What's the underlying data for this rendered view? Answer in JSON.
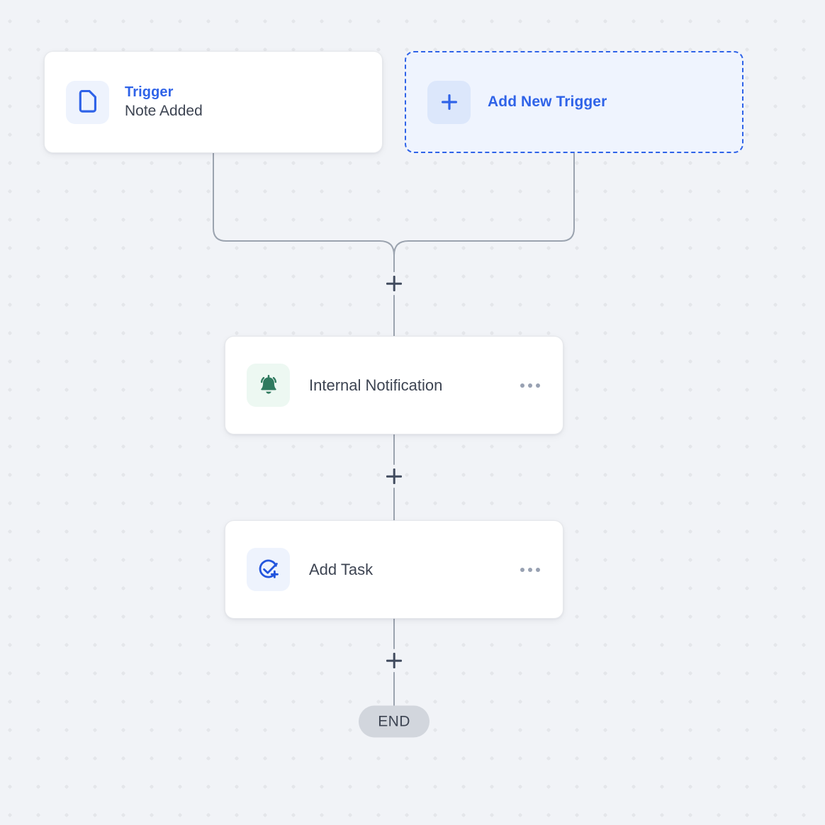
{
  "canvas": {
    "background_color": "#f1f3f7",
    "dot_color": "#e4e6ea",
    "connector_color": "#9ba3af"
  },
  "nodes": {
    "trigger": {
      "kicker": "Trigger",
      "subtitle": "Note Added",
      "icon": "document-icon",
      "icon_color": "#2f63e8",
      "tile_color": "#eef3fd"
    },
    "add_trigger": {
      "label": "Add New Trigger",
      "icon": "plus-icon",
      "icon_color": "#2f63e8",
      "tile_color": "#dce7fb",
      "border_color": "#2f63e8",
      "fill_color": "#eff4fe"
    },
    "internal_notification": {
      "label": "Internal Notification",
      "icon": "bell-icon",
      "icon_color": "#2f7a5f",
      "tile_color": "#edf8f2",
      "menu_icon": "kebab-menu-icon"
    },
    "add_task": {
      "label": "Add Task",
      "icon": "check-circle-plus-icon",
      "icon_color": "#2f63e8",
      "tile_color": "#eef3fd",
      "menu_icon": "kebab-menu-icon"
    }
  },
  "connectors": {
    "add_step_icon": "plus-icon",
    "add_step_count": 3
  },
  "end": {
    "label": "END",
    "background_color": "#d2d6dd"
  }
}
